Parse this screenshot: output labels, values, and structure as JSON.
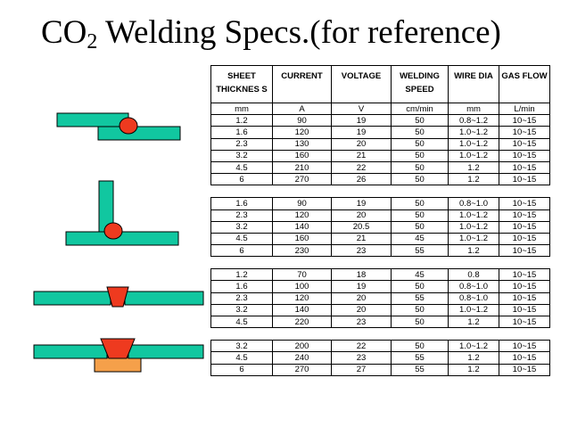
{
  "title": {
    "main": "CO",
    "sub": "2",
    "rest": " Welding Specs.(for reference)"
  },
  "colors": {
    "plate": "#11c7a0",
    "bead": "#ee3a1f",
    "backing": "#f5a04a",
    "outline": "#000000"
  },
  "table": {
    "headers": [
      "SHEET THICKNES S",
      "CURRENT",
      "VOLTAGE",
      "WELDING SPEED",
      "WIRE DIA",
      "GAS FLOW"
    ],
    "units": [
      "mm",
      "A",
      "V",
      "cm/min",
      "mm",
      "L/min"
    ],
    "groups": [
      {
        "name": "lap-joint",
        "rows": [
          [
            "1.2",
            "90",
            "19",
            "50",
            "0.8~1.2",
            "10~15"
          ],
          [
            "1.6",
            "120",
            "19",
            "50",
            "1.0~1.2",
            "10~15"
          ],
          [
            "2.3",
            "130",
            "20",
            "50",
            "1.0~1.2",
            "10~15"
          ],
          [
            "3.2",
            "160",
            "21",
            "50",
            "1.0~1.2",
            "10~15"
          ],
          [
            "4.5",
            "210",
            "22",
            "50",
            "1.2",
            "10~15"
          ],
          [
            "6",
            "270",
            "26",
            "50",
            "1.2",
            "10~15"
          ]
        ]
      },
      {
        "name": "t-joint",
        "rows": [
          [
            "1.6",
            "90",
            "19",
            "50",
            "0.8~1.0",
            "10~15"
          ],
          [
            "2.3",
            "120",
            "20",
            "50",
            "1.0~1.2",
            "10~15"
          ],
          [
            "3.2",
            "140",
            "20.5",
            "50",
            "1.0~1.2",
            "10~15"
          ],
          [
            "4.5",
            "160",
            "21",
            "45",
            "1.0~1.2",
            "10~15"
          ],
          [
            "6",
            "230",
            "23",
            "55",
            "1.2",
            "10~15"
          ]
        ]
      },
      {
        "name": "butt-joint",
        "rows": [
          [
            "1.2",
            "70",
            "18",
            "45",
            "0.8",
            "10~15"
          ],
          [
            "1.6",
            "100",
            "19",
            "50",
            "0.8~1.0",
            "10~15"
          ],
          [
            "2.3",
            "120",
            "20",
            "55",
            "0.8~1.0",
            "10~15"
          ],
          [
            "3.2",
            "140",
            "20",
            "50",
            "1.0~1.2",
            "10~15"
          ],
          [
            "4.5",
            "220",
            "23",
            "50",
            "1.2",
            "10~15"
          ]
        ]
      },
      {
        "name": "butt-joint-backing",
        "rows": [
          [
            "3.2",
            "200",
            "22",
            "50",
            "1.0~1.2",
            "10~15"
          ],
          [
            "4.5",
            "240",
            "23",
            "55",
            "1.2",
            "10~15"
          ],
          [
            "6",
            "270",
            "27",
            "55",
            "1.2",
            "10~15"
          ]
        ]
      }
    ]
  }
}
